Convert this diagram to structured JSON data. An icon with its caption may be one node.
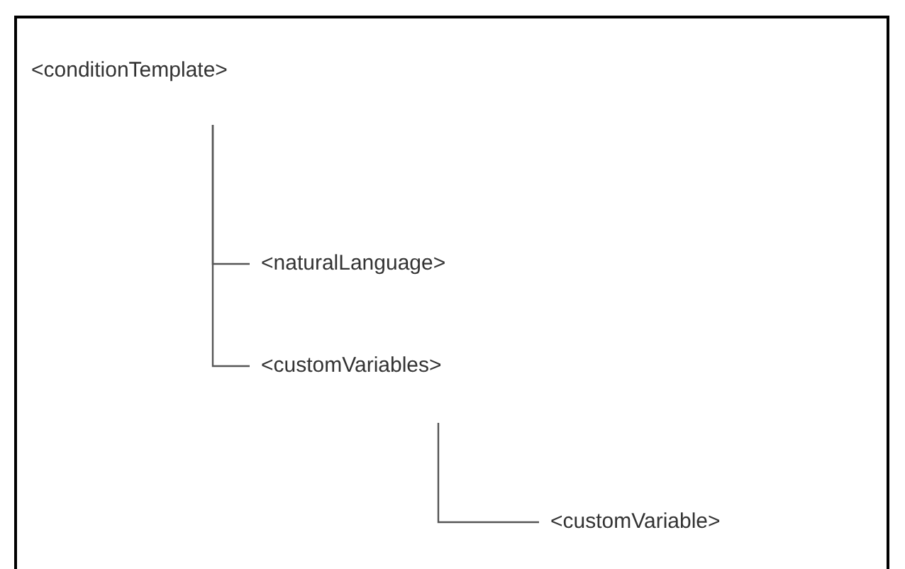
{
  "diagram": {
    "nodes": [
      {
        "text": [
          "<conditionTemplate>"
        ]
      },
      {
        "text": [
          "<naturalLanguage>"
        ]
      },
      {
        "text": [
          "<customVariables>"
        ]
      },
      {
        "text": [
          "<customVariable>"
        ]
      }
    ],
    "edges": [
      {
        "from": 0,
        "to": 1,
        "arrow": "none"
      },
      {
        "from": 0,
        "to": 2,
        "arrow": "none"
      },
      {
        "from": 2,
        "to": 3,
        "arrow": "none"
      }
    ]
  }
}
